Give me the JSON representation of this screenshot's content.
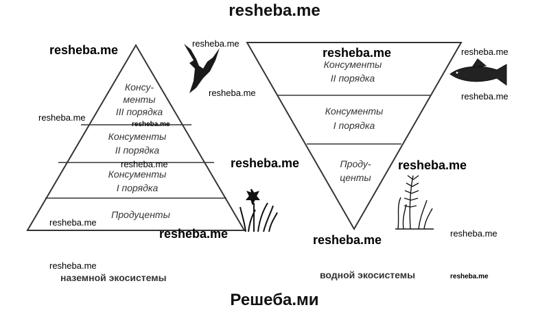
{
  "header": {
    "site": "resheba.me"
  },
  "footer": {
    "site": "Решеба.ми"
  },
  "terrestrial": {
    "caption": "наземной экосистемы",
    "levels": [
      {
        "lines": [
          "Консу-",
          "менты",
          "III порядка"
        ]
      },
      {
        "lines": [
          "Консументы",
          "II порядка"
        ]
      },
      {
        "lines": [
          "Консументы",
          "I порядка"
        ]
      },
      {
        "lines": [
          "Продуценты"
        ]
      }
    ]
  },
  "aquatic": {
    "caption": "водной экосистемы",
    "levels": [
      {
        "lines": [
          "Консументы",
          "II порядка"
        ]
      },
      {
        "lines": [
          "Консументы",
          "I порядка"
        ]
      },
      {
        "lines": [
          "Проду-",
          "центы"
        ]
      }
    ]
  },
  "watermark": "resheba.me",
  "icons": [
    "eagle-icon",
    "flower-plant-icon",
    "fish-icon",
    "water-plant-icon"
  ]
}
